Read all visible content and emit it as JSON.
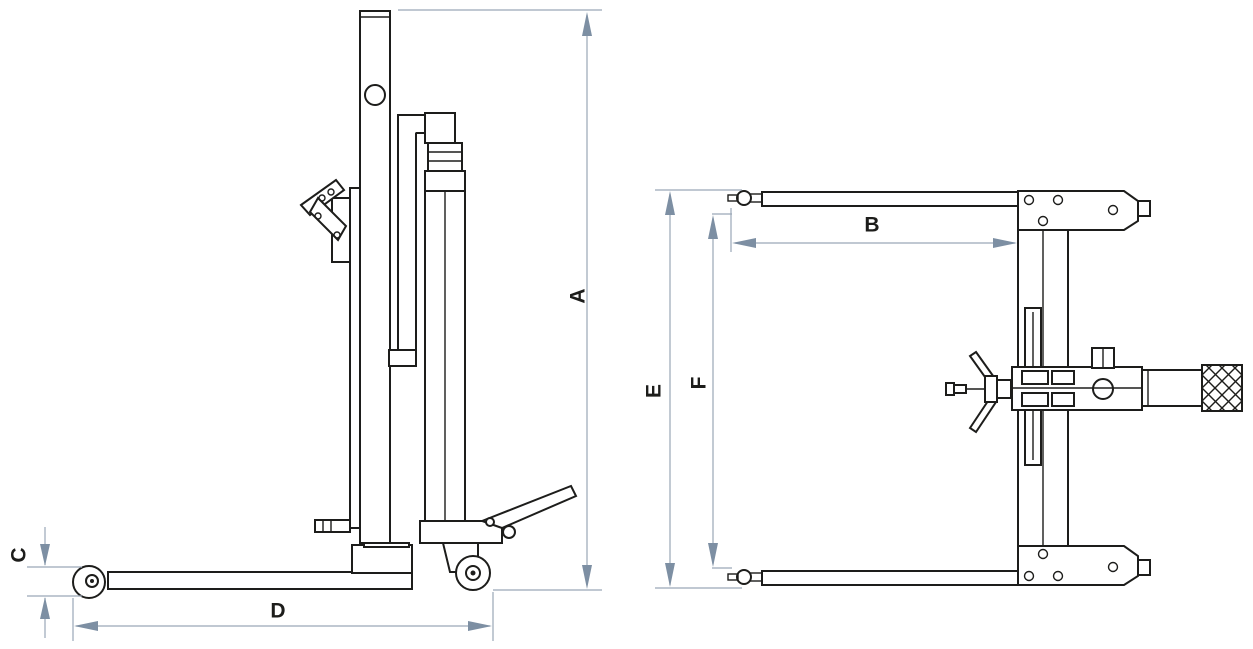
{
  "drawing": {
    "labels": {
      "A": "A",
      "B": "B",
      "C": "C",
      "D": "D",
      "E": "E",
      "F": "F"
    },
    "colors": {
      "outline": "#1d1d1b",
      "dimension_line": "#9aa7b6",
      "arrow": "#7d8fa3",
      "background": "#ffffff"
    }
  }
}
